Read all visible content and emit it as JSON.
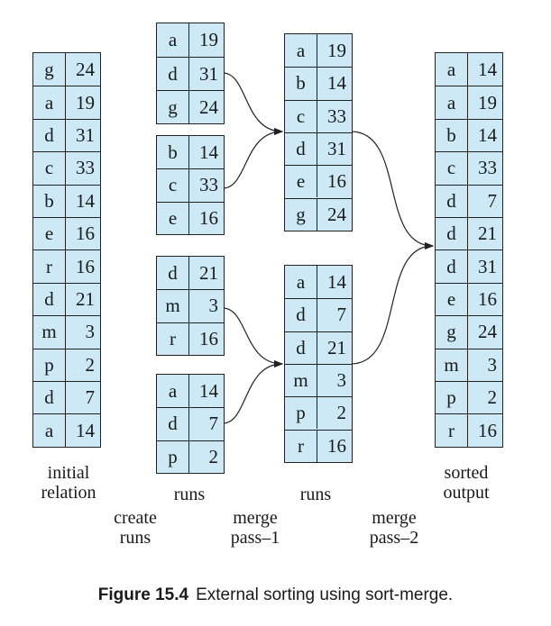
{
  "relations": [
    {
      "name": "initial-relation",
      "rows": [
        [
          "g",
          "24"
        ],
        [
          "a",
          "19"
        ],
        [
          "d",
          "31"
        ],
        [
          "c",
          "33"
        ],
        [
          "b",
          "14"
        ],
        [
          "e",
          "16"
        ],
        [
          "r",
          "16"
        ],
        [
          "d",
          "21"
        ],
        [
          "m",
          "3"
        ],
        [
          "p",
          "2"
        ],
        [
          "d",
          "7"
        ],
        [
          "a",
          "14"
        ]
      ]
    },
    {
      "name": "run-1",
      "rows": [
        [
          "a",
          "19"
        ],
        [
          "d",
          "31"
        ],
        [
          "g",
          "24"
        ]
      ]
    },
    {
      "name": "run-2",
      "rows": [
        [
          "b",
          "14"
        ],
        [
          "c",
          "33"
        ],
        [
          "e",
          "16"
        ]
      ]
    },
    {
      "name": "run-3",
      "rows": [
        [
          "d",
          "21"
        ],
        [
          "m",
          "3"
        ],
        [
          "r",
          "16"
        ]
      ]
    },
    {
      "name": "run-4",
      "rows": [
        [
          "a",
          "14"
        ],
        [
          "d",
          "7"
        ],
        [
          "p",
          "2"
        ]
      ]
    },
    {
      "name": "merged-run-1",
      "rows": [
        [
          "a",
          "19"
        ],
        [
          "b",
          "14"
        ],
        [
          "c",
          "33"
        ],
        [
          "d",
          "31"
        ],
        [
          "e",
          "16"
        ],
        [
          "g",
          "24"
        ]
      ]
    },
    {
      "name": "merged-run-2",
      "rows": [
        [
          "a",
          "14"
        ],
        [
          "d",
          "7"
        ],
        [
          "d",
          "21"
        ],
        [
          "m",
          "3"
        ],
        [
          "p",
          "2"
        ],
        [
          "r",
          "16"
        ]
      ]
    },
    {
      "name": "sorted-output",
      "rows": [
        [
          "a",
          "14"
        ],
        [
          "a",
          "19"
        ],
        [
          "b",
          "14"
        ],
        [
          "c",
          "33"
        ],
        [
          "d",
          "7"
        ],
        [
          "d",
          "21"
        ],
        [
          "d",
          "31"
        ],
        [
          "e",
          "16"
        ],
        [
          "g",
          "24"
        ],
        [
          "m",
          "3"
        ],
        [
          "p",
          "2"
        ],
        [
          "r",
          "16"
        ]
      ]
    }
  ],
  "labels": {
    "initial_relation": "initial\nrelation",
    "runs_1": "runs",
    "runs_2": "runs",
    "sorted_output": "sorted\noutput",
    "create_runs": "create\nruns",
    "merge_pass_1": "merge\npass–1",
    "merge_pass_2": "merge\npass–2"
  },
  "caption": {
    "number": "Figure 15.4",
    "text": "External sorting using sort-merge."
  },
  "colors": {
    "cell_fill": "#cde9f5",
    "line": "#222222"
  }
}
